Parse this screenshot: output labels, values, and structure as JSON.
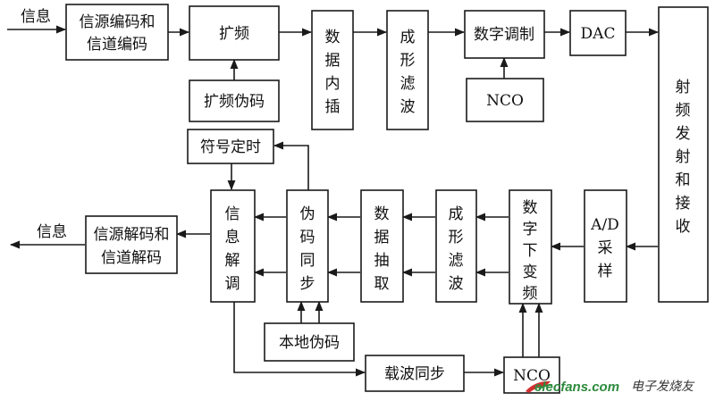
{
  "blocks": {
    "source_channel_encoding": [
      "信源编码和",
      "信道编码"
    ],
    "spreading": "扩频",
    "spreading_pn": "扩频伪码",
    "data_interpolation": [
      "数",
      "据",
      "内",
      "插"
    ],
    "shaping_filter_tx": [
      "成",
      "形",
      "滤",
      "波"
    ],
    "digital_modulation": "数字调制",
    "nco_tx": "NCO",
    "dac": "DAC",
    "rf_tx_rx": [
      "射",
      "频",
      "发",
      "射",
      "和",
      "接",
      "收"
    ],
    "symbol_timing": "符号定时",
    "info_demod": [
      "信",
      "息",
      "解",
      "调"
    ],
    "pn_sync": [
      "伪",
      "码",
      "同",
      "步"
    ],
    "data_decimation": [
      "数",
      "据",
      "抽",
      "取"
    ],
    "shaping_filter_rx": [
      "成",
      "形",
      "滤",
      "波"
    ],
    "digital_downconvert": [
      "数",
      "字",
      "下",
      "变",
      "频"
    ],
    "ad_sampling": [
      "A/D",
      "采",
      "样"
    ],
    "source_channel_decoding": [
      "信源解码和",
      "信道解码"
    ],
    "local_pn": "本地伪码",
    "carrier_sync": "载波同步",
    "nco_rx": "NCO"
  },
  "labels": {
    "info_in": "信息",
    "info_out": "信息"
  },
  "watermark": {
    "site": "elecfans.com",
    "name": "电子发烧友"
  },
  "colors": {
    "line": "#1a1a1a",
    "watermark_green": "#2e8b3e",
    "watermark_red": "#d32f2f"
  }
}
